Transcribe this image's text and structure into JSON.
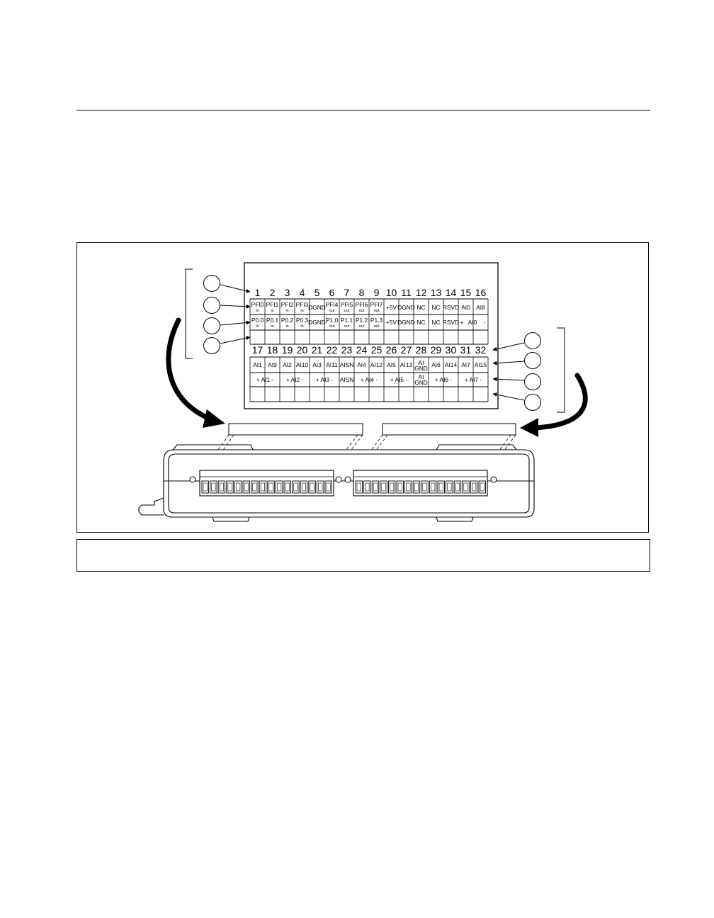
{
  "figure": {
    "top_block": {
      "pin_numbers": [
        "1",
        "2",
        "3",
        "4",
        "5",
        "6",
        "7",
        "8",
        "9",
        "10",
        "11",
        "12",
        "13",
        "14",
        "15",
        "16"
      ],
      "row1_labels": [
        {
          "main": "PFI0",
          "sub": "in"
        },
        {
          "main": "PFI1",
          "sub": "in"
        },
        {
          "main": "PFI2",
          "sub": "in"
        },
        {
          "main": "PFI3",
          "sub": "in"
        },
        {
          "main": "DGND",
          "sub": ""
        },
        {
          "main": "PFI4",
          "sub": "out"
        },
        {
          "main": "PFI5",
          "sub": "out"
        },
        {
          "main": "PFI6",
          "sub": "out"
        },
        {
          "main": "PFI7",
          "sub": "out"
        },
        {
          "main": "+5V",
          "sub": ""
        },
        {
          "main": "DGND",
          "sub": ""
        },
        {
          "main": "NC",
          "sub": ""
        },
        {
          "main": "NC",
          "sub": ""
        },
        {
          "main": "RSVD",
          "sub": ""
        },
        {
          "main": "AI0",
          "sub": ""
        },
        {
          "main": "AI8",
          "sub": ""
        }
      ],
      "row2_labels": [
        {
          "main": "P0.0",
          "sub": "in"
        },
        {
          "main": "P0.1",
          "sub": "in"
        },
        {
          "main": "P0.2",
          "sub": "in"
        },
        {
          "main": "P0.3",
          "sub": "in"
        },
        {
          "main": "DGND",
          "sub": ""
        },
        {
          "main": "P1.0",
          "sub": "out"
        },
        {
          "main": "P1.1",
          "sub": "out"
        },
        {
          "main": "P1.2",
          "sub": "out"
        },
        {
          "main": "P1.3",
          "sub": "out"
        },
        {
          "main": "+5V",
          "sub": ""
        },
        {
          "main": "DGND",
          "sub": ""
        },
        {
          "main": "NC",
          "sub": ""
        },
        {
          "main": "NC",
          "sub": ""
        },
        {
          "main": "RSVD",
          "sub": ""
        },
        {
          "main": "+",
          "sub": ""
        },
        {
          "main": "AI0",
          "sub": ""
        },
        {
          "main": "-",
          "sub": ""
        }
      ]
    },
    "bottom_block": {
      "pin_numbers": [
        "17",
        "18",
        "19",
        "20",
        "21",
        "22",
        "23",
        "24",
        "25",
        "26",
        "27",
        "28",
        "29",
        "30",
        "31",
        "32"
      ],
      "row1_labels": [
        "AI1",
        "AI9",
        "AI2",
        "AI10",
        "AI3",
        "AI11",
        "AISN",
        "AI4",
        "AI12",
        "AI5",
        "AI13",
        "AI GND",
        "AI6",
        "AI14",
        "AI7",
        "AI15"
      ],
      "row2_labels": [
        {
          "text": "+ AI1 -",
          "span": 2
        },
        {
          "text": "+ AI2 -",
          "span": 2
        },
        {
          "text": "+ AI3 -",
          "span": 2
        },
        {
          "text": "AISN",
          "span": 1
        },
        {
          "text": "+ AI4 -",
          "span": 2
        },
        {
          "text": "+ AI5 -",
          "span": 2
        },
        {
          "text": "AI GND",
          "span": 1
        },
        {
          "text": "+ AI6 -",
          "span": 2
        },
        {
          "text": "+ AI7 -",
          "span": 2
        }
      ]
    }
  }
}
